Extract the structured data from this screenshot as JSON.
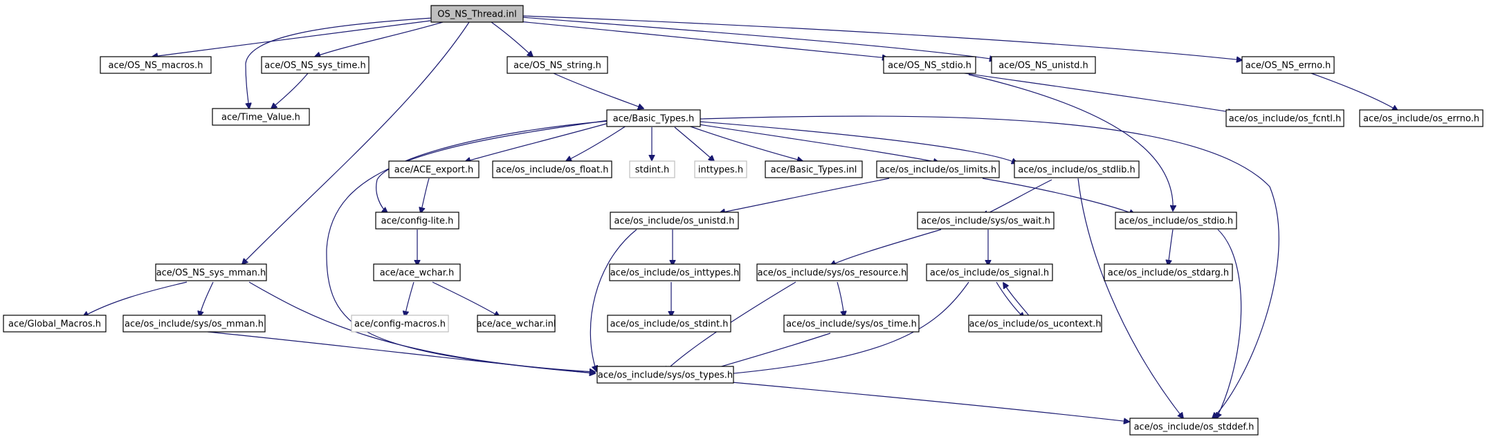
{
  "diagram": {
    "nodes": [
      {
        "id": "root",
        "label": "OS_NS_Thread.inl",
        "kind": "root"
      },
      {
        "id": "macros",
        "label": "ace/OS_NS_macros.h"
      },
      {
        "id": "systime",
        "label": "ace/OS_NS_sys_time.h"
      },
      {
        "id": "string",
        "label": "ace/OS_NS_string.h"
      },
      {
        "id": "stdio_ns",
        "label": "ace/OS_NS_stdio.h"
      },
      {
        "id": "unistd_ns",
        "label": "ace/OS_NS_unistd.h"
      },
      {
        "id": "errno_ns",
        "label": "ace/OS_NS_errno.h"
      },
      {
        "id": "timevalue",
        "label": "ace/Time_Value.h"
      },
      {
        "id": "basictypes",
        "label": "ace/Basic_Types.h"
      },
      {
        "id": "fcntl",
        "label": "ace/os_include/os_fcntl.h"
      },
      {
        "id": "errno_inc",
        "label": "ace/os_include/os_errno.h"
      },
      {
        "id": "aceexport",
        "label": "ace/ACE_export.h"
      },
      {
        "id": "float",
        "label": "ace/os_include/os_float.h"
      },
      {
        "id": "stdint",
        "label": "stdint.h",
        "kind": "external"
      },
      {
        "id": "inttypes",
        "label": "inttypes.h",
        "kind": "external"
      },
      {
        "id": "basicinl",
        "label": "ace/Basic_Types.inl"
      },
      {
        "id": "limits",
        "label": "ace/os_include/os_limits.h"
      },
      {
        "id": "stdlib",
        "label": "ace/os_include/os_stdlib.h"
      },
      {
        "id": "configlite",
        "label": "ace/config-lite.h"
      },
      {
        "id": "unistd_inc",
        "label": "ace/os_include/os_unistd.h"
      },
      {
        "id": "syswait",
        "label": "ace/os_include/sys/os_wait.h"
      },
      {
        "id": "stdio_inc",
        "label": "ace/os_include/os_stdio.h"
      },
      {
        "id": "sysmman_ns",
        "label": "ace/OS_NS_sys_mman.h"
      },
      {
        "id": "acewchar",
        "label": "ace/ace_wchar.h"
      },
      {
        "id": "inttypes_inc",
        "label": "ace/os_include/os_inttypes.h"
      },
      {
        "id": "resource",
        "label": "ace/os_include/sys/os_resource.h"
      },
      {
        "id": "signal",
        "label": "ace/os_include/os_signal.h"
      },
      {
        "id": "stdarg",
        "label": "ace/os_include/os_stdarg.h"
      },
      {
        "id": "globalmacros",
        "label": "ace/Global_Macros.h"
      },
      {
        "id": "sysmman_inc",
        "label": "ace/os_include/sys/os_mman.h"
      },
      {
        "id": "configmacros",
        "label": "ace/config-macros.h",
        "kind": "external"
      },
      {
        "id": "acewcharinl",
        "label": "ace/ace_wchar.inl"
      },
      {
        "id": "stdint_inc",
        "label": "ace/os_include/os_stdint.h"
      },
      {
        "id": "systime_inc",
        "label": "ace/os_include/sys/os_time.h"
      },
      {
        "id": "ucontext",
        "label": "ace/os_include/os_ucontext.h"
      },
      {
        "id": "systypes",
        "label": "ace/os_include/sys/os_types.h"
      },
      {
        "id": "stddef",
        "label": "ace/os_include/os_stddef.h"
      }
    ]
  }
}
